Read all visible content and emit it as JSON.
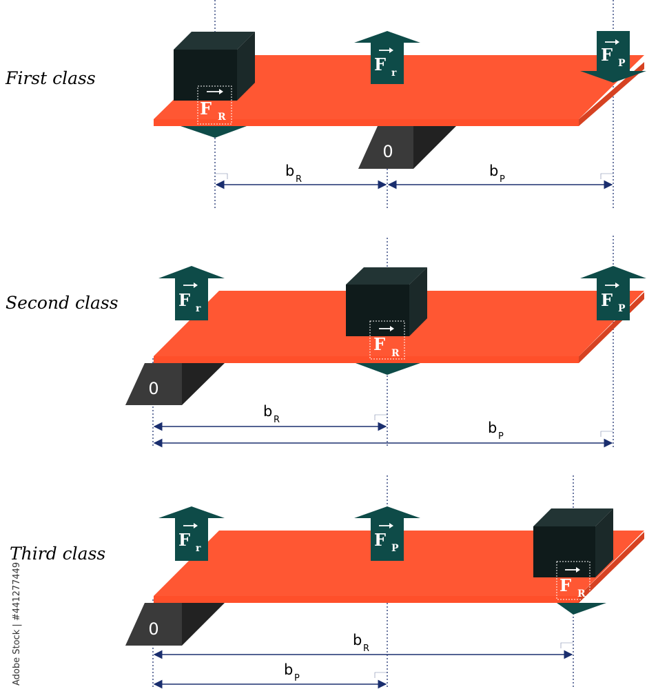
{
  "colors": {
    "beam": "#ff5733",
    "beam_edge": "#d64222",
    "box": "#0f1b1b",
    "box_side": "#1b2929",
    "box_top": "#223434",
    "arrow": "#0e4b48",
    "pivot": "#333333",
    "pivot_dark": "#222222",
    "dimension": "#1a2e6e",
    "guide": "#1a2e6e"
  },
  "icons": [
    "force-arrow-icon",
    "fulcrum-icon",
    "load-box-icon"
  ],
  "panels": [
    {
      "label": "First class",
      "pivot": "0",
      "forces": [
        {
          "main": "F",
          "sub": "R",
          "direction": "down",
          "role": "resistance"
        },
        {
          "main": "F",
          "sub": "r",
          "direction": "up",
          "role": "reaction"
        },
        {
          "main": "F",
          "sub": "P",
          "direction": "down",
          "role": "effort"
        }
      ],
      "dims": [
        {
          "main": "b",
          "sub": "R"
        },
        {
          "main": "b",
          "sub": "P"
        }
      ]
    },
    {
      "label": "Second class",
      "pivot": "0",
      "forces": [
        {
          "main": "F",
          "sub": "r",
          "direction": "up",
          "role": "reaction"
        },
        {
          "main": "F",
          "sub": "R",
          "direction": "down",
          "role": "resistance"
        },
        {
          "main": "F",
          "sub": "P",
          "direction": "up",
          "role": "effort"
        }
      ],
      "dims": [
        {
          "main": "b",
          "sub": "R"
        },
        {
          "main": "b",
          "sub": "P"
        }
      ]
    },
    {
      "label": "Third class",
      "pivot": "0",
      "forces": [
        {
          "main": "F",
          "sub": "r",
          "direction": "up",
          "role": "reaction"
        },
        {
          "main": "F",
          "sub": "P",
          "direction": "up",
          "role": "effort"
        },
        {
          "main": "F",
          "sub": "R",
          "direction": "down",
          "role": "resistance"
        }
      ],
      "dims": [
        {
          "main": "b",
          "sub": "R"
        },
        {
          "main": "b",
          "sub": "P"
        }
      ]
    }
  ],
  "watermark": "Adobe Stock | #441277449"
}
